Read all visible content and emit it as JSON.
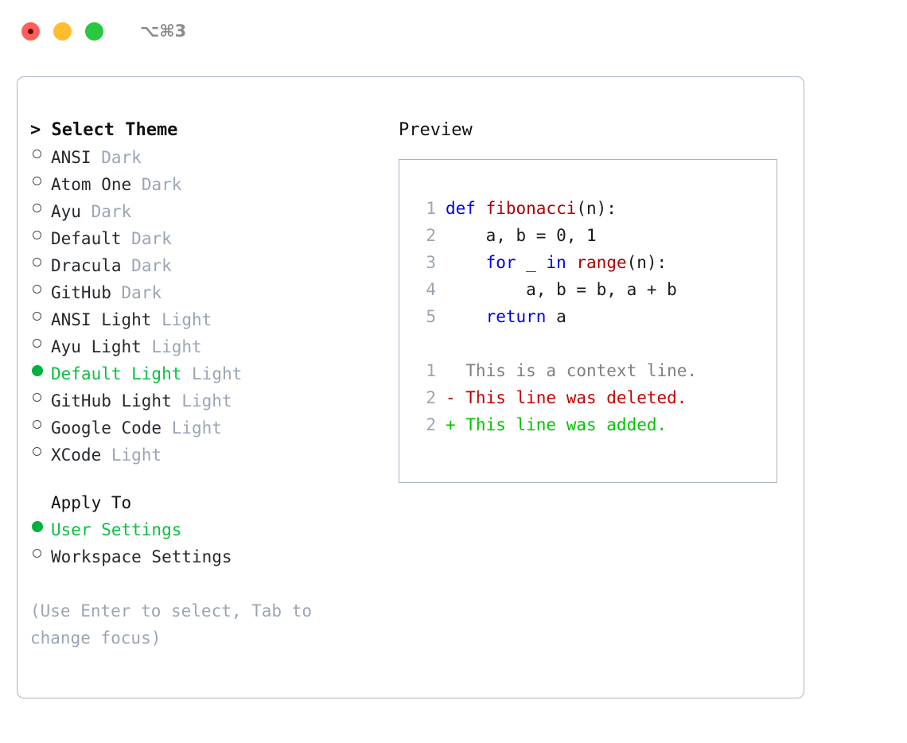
{
  "titlebar": {
    "shortcut": "⌥⌘3",
    "lights": [
      {
        "name": "close",
        "color": "#ff5f57"
      },
      {
        "name": "minimize",
        "color": "#ffbd2e"
      },
      {
        "name": "maximize",
        "color": "#28c840"
      }
    ]
  },
  "theme_picker": {
    "header": "> Select Theme",
    "items": [
      {
        "label": "ANSI",
        "meta": "Dark",
        "selected": false
      },
      {
        "label": "Atom One",
        "meta": "Dark",
        "selected": false
      },
      {
        "label": "Ayu",
        "meta": "Dark",
        "selected": false
      },
      {
        "label": "Default",
        "meta": "Dark",
        "selected": false
      },
      {
        "label": "Dracula",
        "meta": "Dark",
        "selected": false
      },
      {
        "label": "GitHub",
        "meta": "Dark",
        "selected": false
      },
      {
        "label": "ANSI Light",
        "meta": "Light",
        "selected": false
      },
      {
        "label": "Ayu Light",
        "meta": "Light",
        "selected": false
      },
      {
        "label": "Default Light",
        "meta": "Light",
        "selected": true
      },
      {
        "label": "GitHub Light",
        "meta": "Light",
        "selected": false
      },
      {
        "label": "Google Code",
        "meta": "Light",
        "selected": false
      },
      {
        "label": "XCode",
        "meta": "Light",
        "selected": false
      }
    ]
  },
  "apply_to": {
    "header": "Apply To",
    "items": [
      {
        "label": "User Settings",
        "selected": true
      },
      {
        "label": "Workspace Settings",
        "selected": false
      }
    ]
  },
  "hint": "(Use Enter to select, Tab to change focus)",
  "preview": {
    "title": "Preview",
    "code_lines": [
      {
        "lineno": "1",
        "tokens": [
          {
            "text": "def ",
            "style": "kw"
          },
          {
            "text": "fibonacci",
            "style": "fn"
          },
          {
            "text": "(n):",
            "style": "plain"
          }
        ]
      },
      {
        "lineno": "2",
        "tokens": [
          {
            "text": "    a, b = 0, 1",
            "style": "plain"
          }
        ]
      },
      {
        "lineno": "3",
        "tokens": [
          {
            "text": "    ",
            "style": "plain"
          },
          {
            "text": "for ",
            "style": "kw"
          },
          {
            "text": "_ ",
            "style": "plain"
          },
          {
            "text": "in ",
            "style": "kw"
          },
          {
            "text": "range",
            "style": "fn"
          },
          {
            "text": "(n):",
            "style": "plain"
          }
        ]
      },
      {
        "lineno": "4",
        "tokens": [
          {
            "text": "        a, b = b, a + b",
            "style": "plain"
          }
        ]
      },
      {
        "lineno": "5",
        "tokens": [
          {
            "text": "    ",
            "style": "plain"
          },
          {
            "text": "return ",
            "style": "kw"
          },
          {
            "text": "a",
            "style": "plain"
          }
        ]
      }
    ],
    "diff_lines": [
      {
        "lineno": "1",
        "marker": " ",
        "text": "  This is a context line.",
        "style": "ctx"
      },
      {
        "lineno": "2",
        "marker": "-",
        "text": "- This line was deleted.",
        "style": "del"
      },
      {
        "lineno": "2",
        "marker": "+",
        "text": "+ This line was added.",
        "style": "add"
      }
    ]
  },
  "colors": {
    "accent_green": "#00b140",
    "selected_text": "#0ac042",
    "muted": "#9aa5b5",
    "border": "#aab4c2",
    "keyword": "#0000ee",
    "function": "#b00000",
    "diff_added": "#00c400",
    "diff_deleted": "#c40000"
  }
}
